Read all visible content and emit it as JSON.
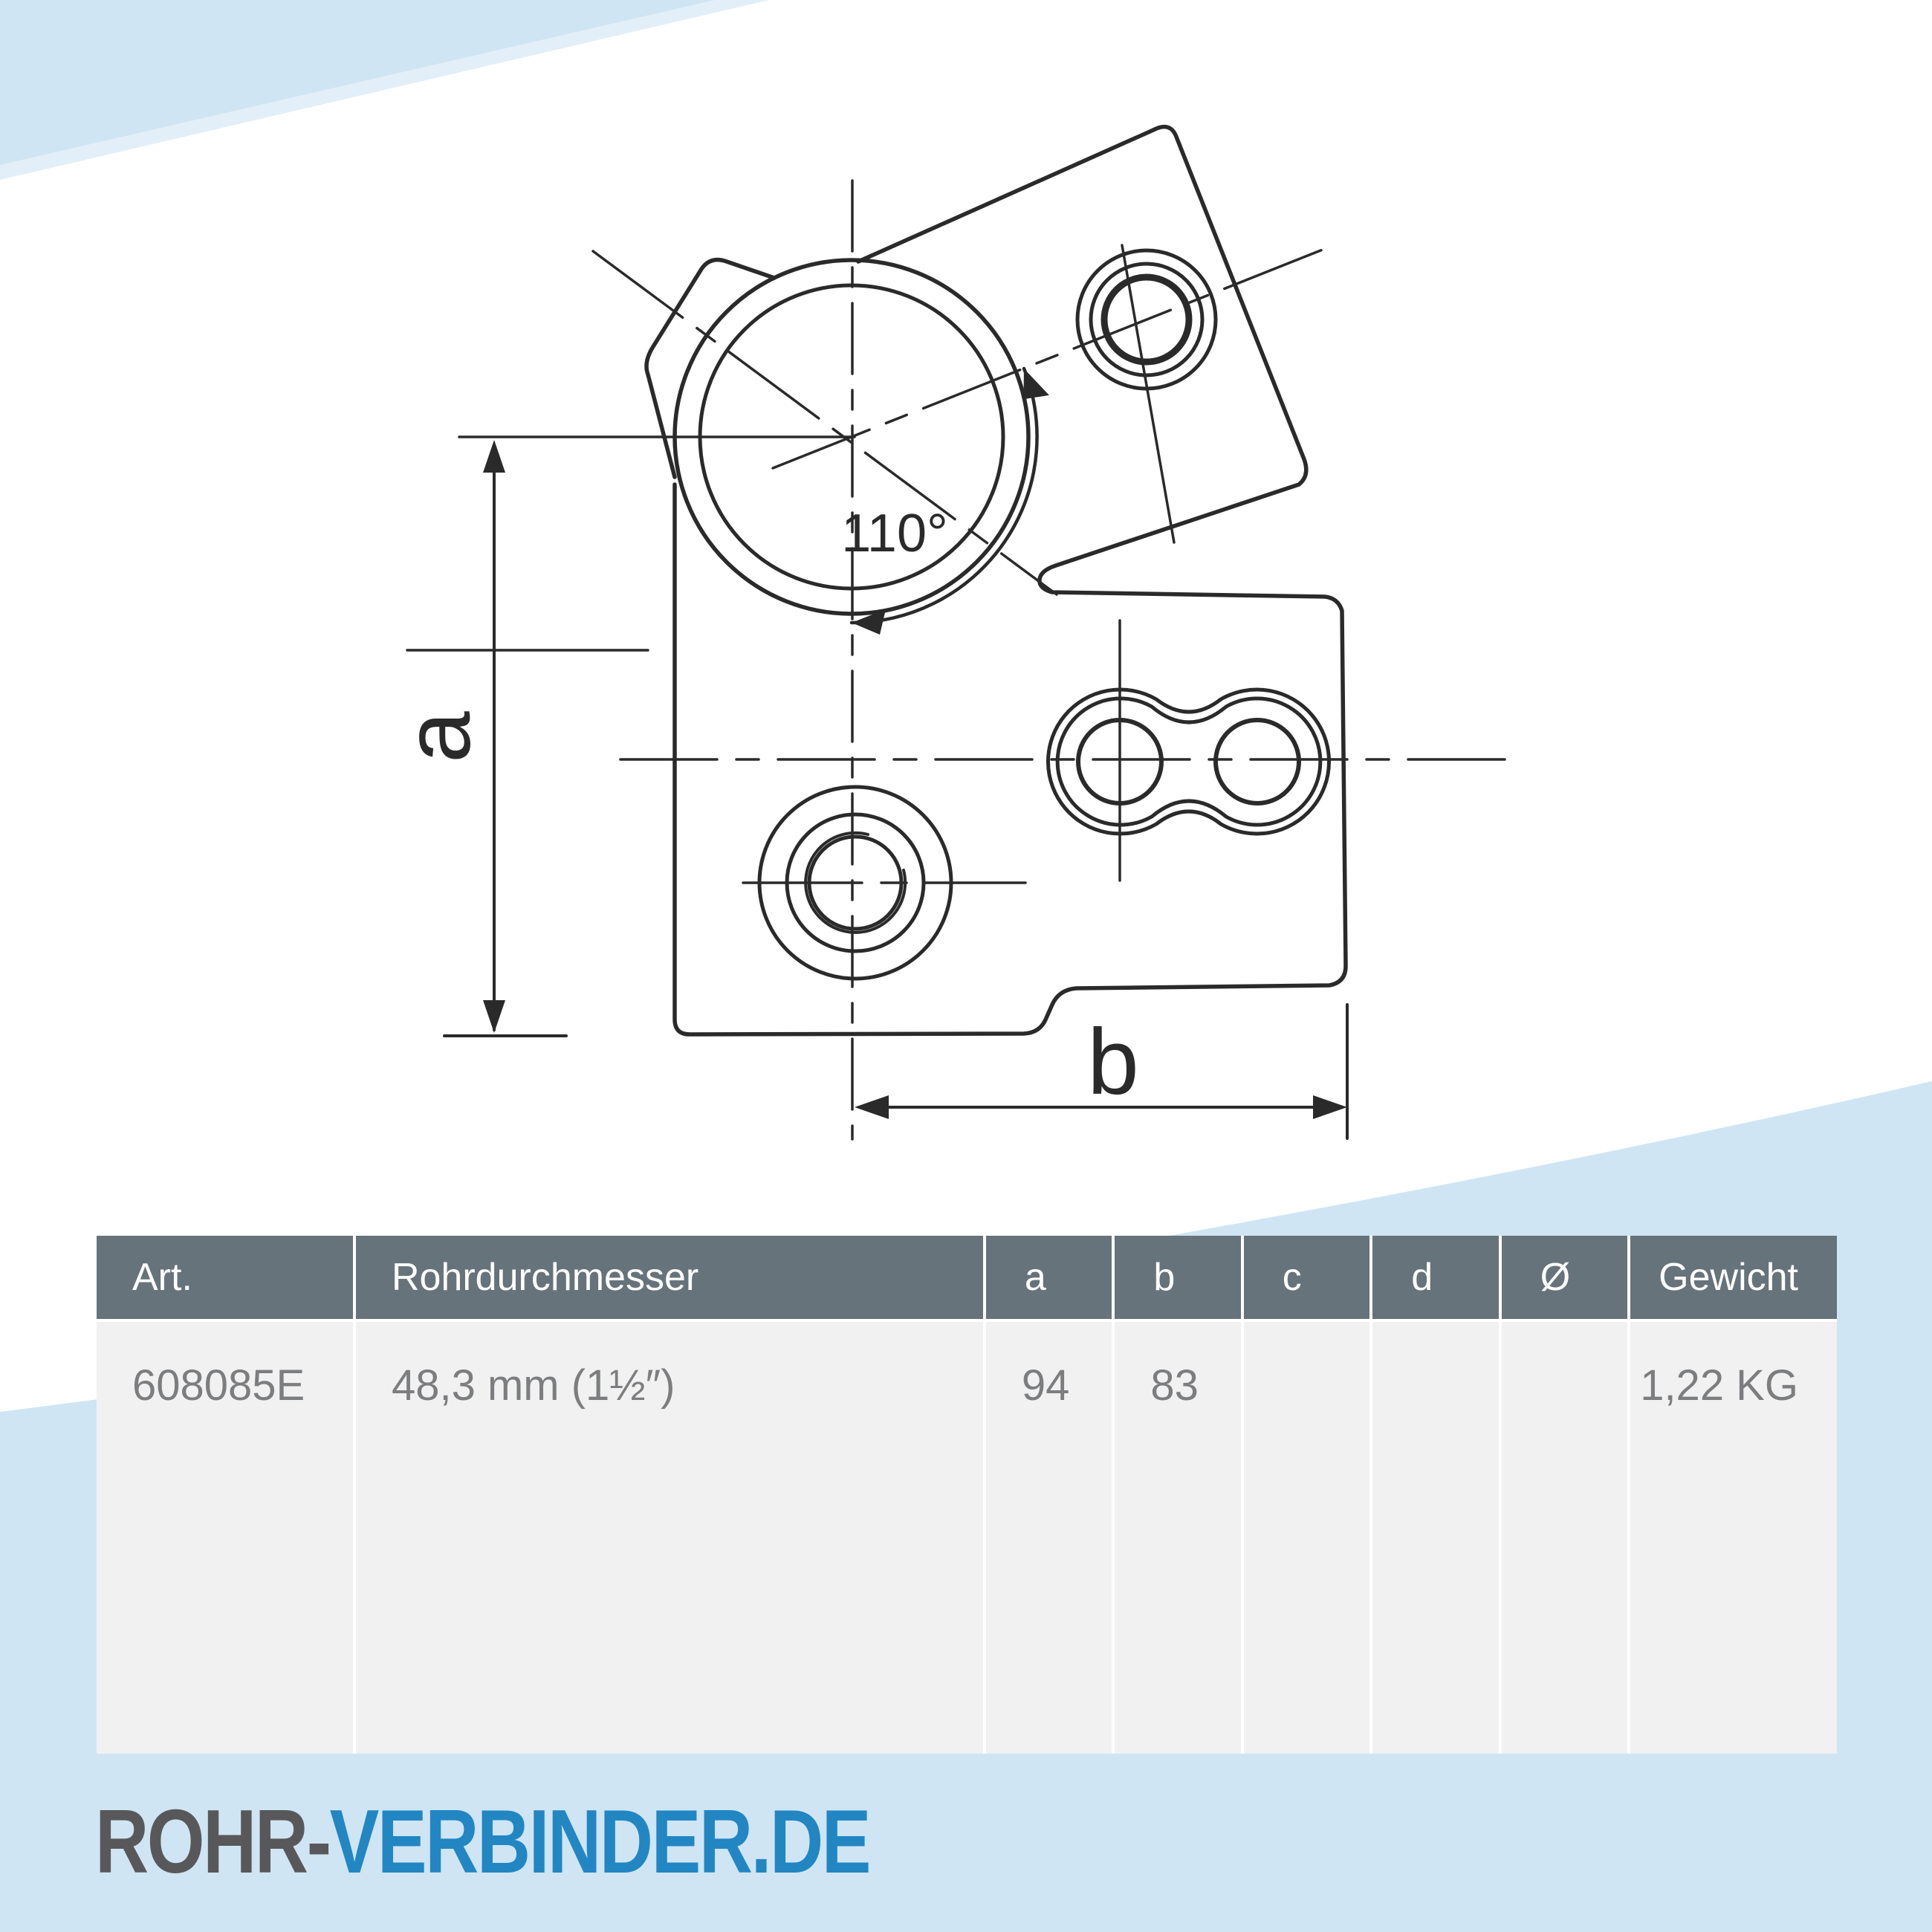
{
  "colors": {
    "accent_blue_band": "#cfe5f3",
    "accent_blue_light": "#e3eff8",
    "table_header_bg": "#67737b",
    "table_body_bg": "#f1f1f2",
    "table_text": "#7c7d7f",
    "line_color": "#2a2a2a",
    "logo_gray": "#58585a",
    "logo_blue": "#2286c3"
  },
  "drawing": {
    "angle_label": "110°",
    "dim_a_label": "a",
    "dim_b_label": "b"
  },
  "table": {
    "headers": [
      "Art.",
      "Rohrdurchmesser",
      "a",
      "b",
      "c",
      "d",
      "Ø",
      "Gewicht"
    ],
    "row": {
      "art": "608085E",
      "rohrdurchmesser": "48,3 mm (1½″)",
      "a": "94",
      "b": "83",
      "c": "",
      "d": "",
      "diameter": "",
      "gewicht": "1,22 KG"
    }
  },
  "logo": {
    "part1": "ROHR-",
    "part2": "VERBINDER.DE"
  }
}
